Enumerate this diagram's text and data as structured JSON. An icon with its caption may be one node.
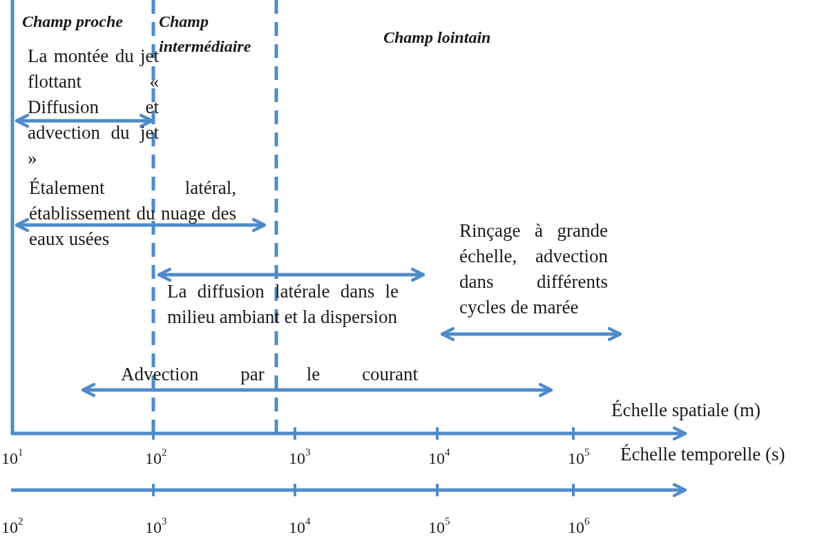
{
  "diagram": {
    "labels": [
      "Champ proche",
      "Champ intermédiaire",
      "Champ lointain",
      "La montée du jet flottant « Diffusion et advection du jet »",
      "Étalement latéral, établissement du nuage des eaux usées",
      "Rinçage à grande échelle, advection dans différents cycles de marée",
      "La diffusion latérale dans le milieu ambiant et la dispersion",
      "Advection par le courant",
      "Échelle spatiale (m)",
      "10$^{1}$",
      "10$^{2}$",
      "10$^{3}$",
      "10$^{4}$",
      "10$^{5}$",
      "Échelle temporelle (s)",
      "10$^{2}$",
      "10$^{3}$",
      "10$^{4}$",
      "10$^{5}$",
      "10$^{6}$"
    ]
  }
}
